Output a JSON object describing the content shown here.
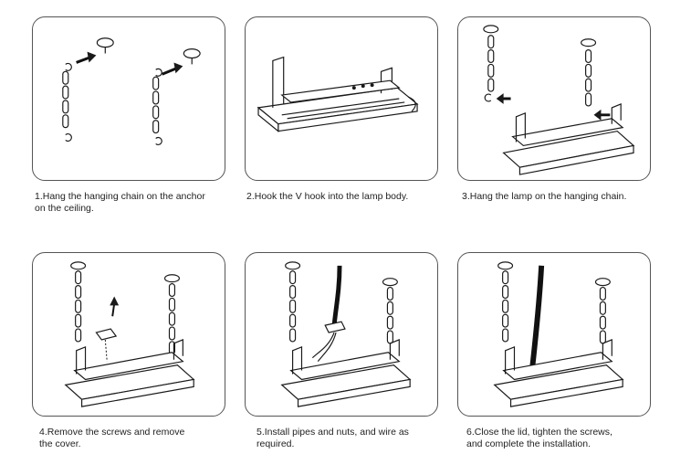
{
  "steps": [
    {
      "caption": "1.Hang the hanging chain on the anchor\non the ceiling."
    },
    {
      "caption": "2.Hook the V hook into the lamp body."
    },
    {
      "caption": "3.Hang the lamp on the hanging chain."
    },
    {
      "caption": "4.Remove the screws and remove\nthe cover."
    },
    {
      "caption": "5.Install pipes and nuts, and wire as\nrequired."
    },
    {
      "caption": "6.Close the lid, tighten the screws,\nand complete the installation."
    }
  ]
}
